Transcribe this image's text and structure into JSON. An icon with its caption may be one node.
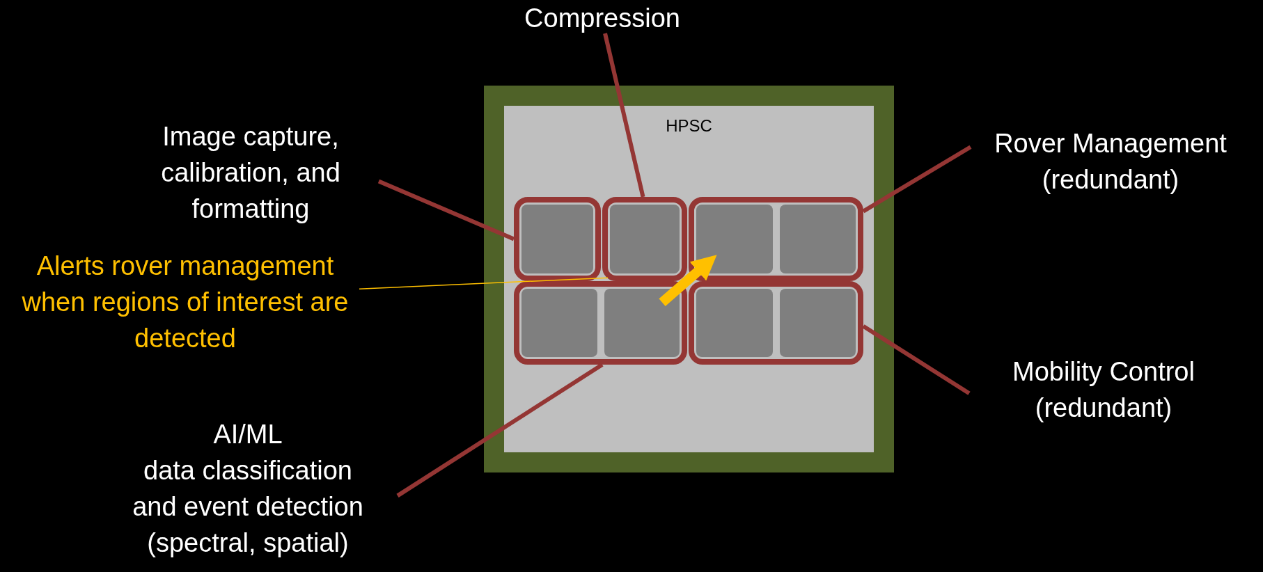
{
  "diagram": {
    "nodes": [
      {
        "text": [
          "Compression"
        ]
      },
      {
        "text": [
          "Image capture, calibration, and formatting"
        ]
      },
      {
        "text": [
          "Rover Management (redundant)"
        ]
      },
      {
        "text": [
          "HPSC"
        ]
      },
      {
        "text": [],
        "shape": "box",
        "in": 3
      },
      {
        "text": [],
        "shape": "box",
        "in": 4
      },
      {
        "text": [],
        "shape": "box",
        "in": 3
      },
      {
        "text": [],
        "shape": "box",
        "in": 6
      },
      {
        "text": [],
        "shape": "box",
        "in": 3
      },
      {
        "text": [],
        "shape": "box",
        "in": 8
      },
      {
        "text": [],
        "shape": "box",
        "in": 8
      },
      {
        "text": [],
        "shape": "box",
        "in": 3
      },
      {
        "text": [],
        "shape": "box",
        "in": 11
      },
      {
        "text": [],
        "shape": "box",
        "in": 11
      },
      {
        "text": [],
        "shape": "box",
        "in": 3
      },
      {
        "text": [],
        "shape": "box",
        "in": 14
      },
      {
        "text": [],
        "shape": "box",
        "in": 14
      },
      {
        "text": [
          "Alerts rover management when regions of interest are detected"
        ]
      },
      {
        "text": [
          "Mobility Control (redundant)"
        ]
      },
      {
        "text": [
          "AI/ML",
          "data classification and event detection (spectral, spatial)"
        ]
      }
    ],
    "edges": [
      {
        "from": 1,
        "to": 4,
        "arrow": "none"
      },
      {
        "from": 0,
        "to": 6,
        "arrow": "none"
      },
      {
        "from": 2,
        "to": 8,
        "arrow": "none"
      },
      {
        "from": 13,
        "to": 9,
        "arrow": "to",
        "style": "thick",
        "color": "#ffc000"
      },
      {
        "from": 17,
        "to": 6,
        "arrow": "none",
        "color": "#ffc000"
      },
      {
        "from": 18,
        "to": 14,
        "arrow": "none"
      },
      {
        "from": 19,
        "to": 11,
        "arrow": "none"
      }
    ]
  }
}
